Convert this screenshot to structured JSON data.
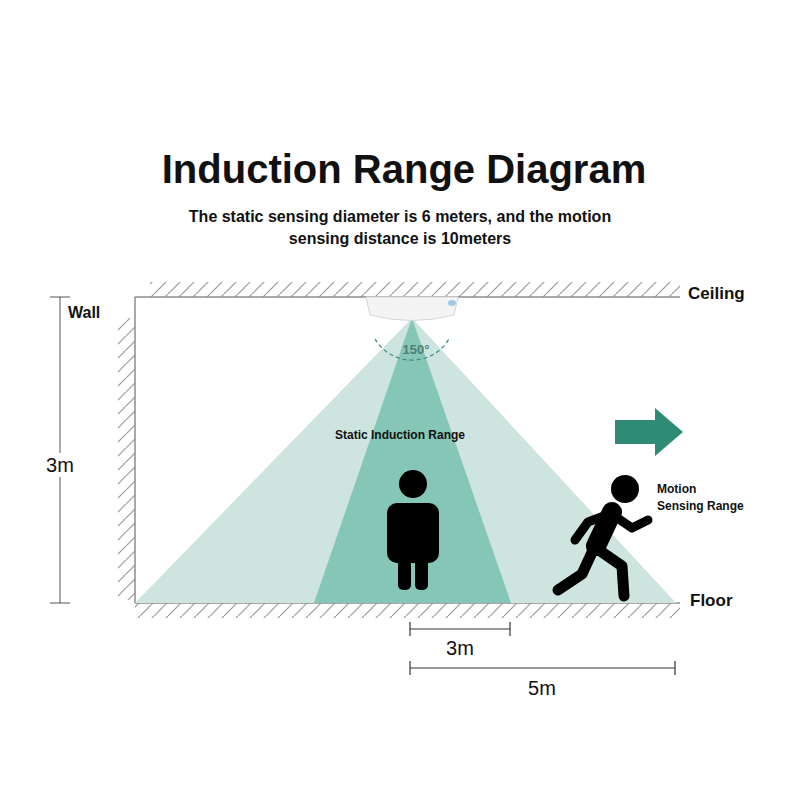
{
  "diagram": {
    "title": "Induction Range Diagram",
    "labels": [
      "The static sensing diameter is 6 meters, and the motion sensing distance is 10meters",
      "Wall",
      "Ceiling",
      "3m",
      "150°",
      "Static Induction Range",
      "Motion Sensing Range",
      "Floor",
      "3m",
      "5m"
    ]
  }
}
